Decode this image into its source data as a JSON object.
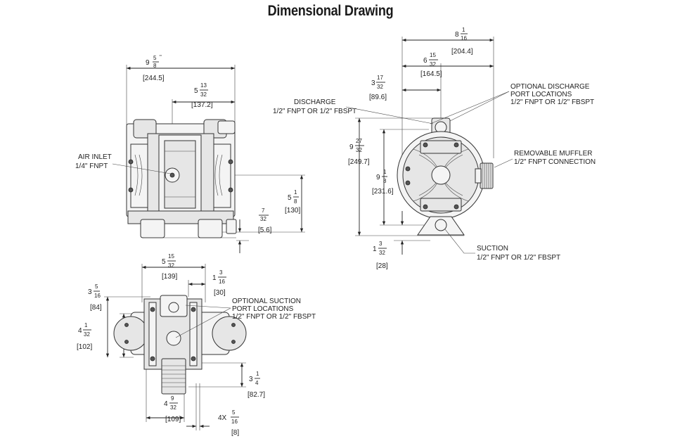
{
  "title": "Dimensional Drawing",
  "front_view": {
    "width_whole": "9",
    "width_num": "5",
    "width_den": "8",
    "width_in_mark": "\"",
    "width_mm": "[244.5]",
    "half_whole": "5",
    "half_num": "13",
    "half_den": "32",
    "half_mm": "[137.2]",
    "air_inlet": "AIR INLET",
    "air_inlet_size": "1/4\" FNPT",
    "height_whole": "5",
    "height_num": "1",
    "height_den": "8",
    "height_mm": "[130]",
    "foot_num": "7",
    "foot_den": "32",
    "foot_mm": "[5.6]"
  },
  "side_view": {
    "overall_whole": "8",
    "overall_num": "1",
    "overall_den": "16",
    "overall_mm": "[204.4]",
    "mid_whole": "6",
    "mid_num": "15",
    "mid_den": "32",
    "mid_mm": "[164.5]",
    "left_whole": "3",
    "left_num": "17",
    "left_den": "32",
    "left_mm": "[89.6]",
    "discharge": "DISCHARGE",
    "discharge_size": "1/2\" FNPT OR 1/2\" FBSPT",
    "opt_discharge_1": "OPTIONAL DISCHARGE",
    "opt_discharge_2": "PORT LOCATIONS",
    "opt_discharge_3": "1/2\" FNPT OR 1/2\" FBSPT",
    "muffler_1": "REMOVABLE MUFFLER",
    "muffler_2": "1/2\" FNPT CONNECTION",
    "tall_whole": "9",
    "tall_num": "27",
    "tall_den": "32",
    "tall_mm": "[249.7]",
    "inner_whole": "9",
    "inner_num": "1",
    "inner_den": "8",
    "inner_mm": "[231.6]",
    "base_whole": "1",
    "base_num": "3",
    "base_den": "32",
    "base_mm": "[28]",
    "suction": "SUCTION",
    "suction_size": "1/2\" FNPT OR 1/2\" FBSPT"
  },
  "top_view": {
    "w_whole": "5",
    "w_num": "15",
    "w_den": "32",
    "w_mm": "[139]",
    "r_whole": "1",
    "r_num": "3",
    "r_den": "16",
    "r_mm": "[30]",
    "opt_suction_1": "OPTIONAL SUCTION",
    "opt_suction_2": "PORT LOCATIONS",
    "opt_suction_3": "1/2\" FNPT OR 1/2\" FBSPT",
    "top_whole": "3",
    "top_num": "5",
    "top_den": "16",
    "top_mm": "[84]",
    "depth_whole": "4",
    "depth_num": "1",
    "depth_den": "32",
    "depth_mm": "[102]",
    "muff_whole": "3",
    "muff_num": "1",
    "muff_den": "4",
    "muff_mm": "[82.7]",
    "base_whole": "4",
    "base_num": "9",
    "base_den": "32",
    "base_mm": "[109]",
    "bolt_prefix": "4X",
    "bolt_num": "5",
    "bolt_den": "16",
    "bolt_mm": "[8]"
  }
}
